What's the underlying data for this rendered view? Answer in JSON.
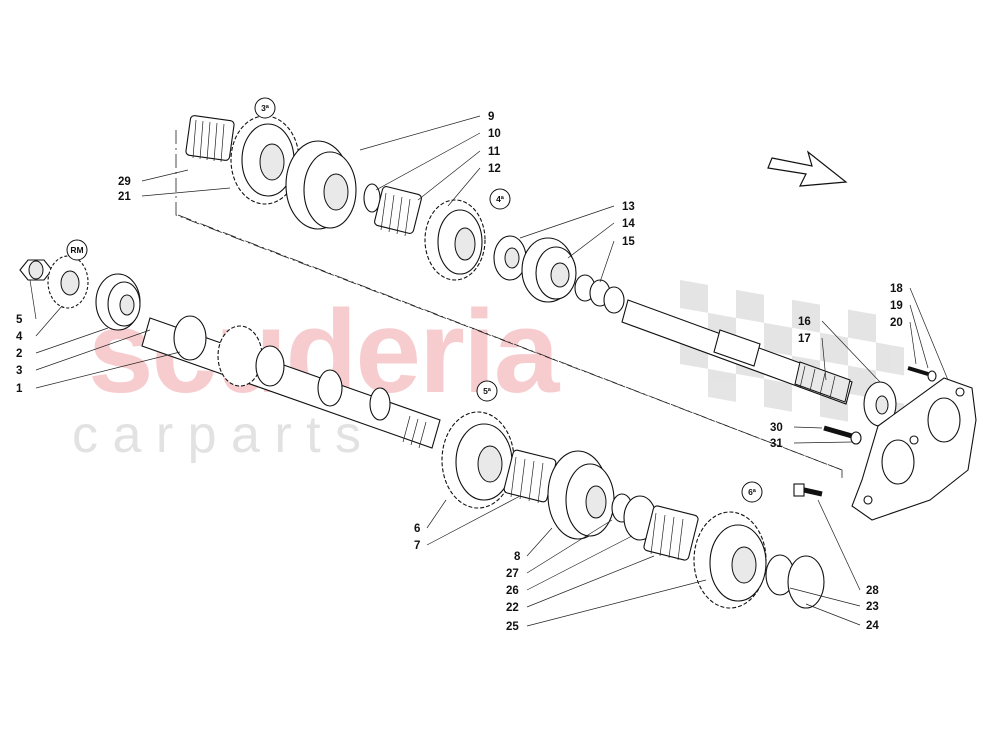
{
  "watermark": {
    "brand": "scuderia",
    "tagline": "c a r p a r t s"
  },
  "section_markers": [
    {
      "id": "s3",
      "text": "3ª"
    },
    {
      "id": "s4",
      "text": "4ª"
    },
    {
      "id": "sRM",
      "text": "RM"
    },
    {
      "id": "s5",
      "text": "5ª"
    },
    {
      "id": "s6",
      "text": "6ª"
    }
  ],
  "part_labels": [
    {
      "id": "p29",
      "text": "29"
    },
    {
      "id": "p21",
      "text": "21"
    },
    {
      "id": "p9",
      "text": "9"
    },
    {
      "id": "p10",
      "text": "10"
    },
    {
      "id": "p11",
      "text": "11"
    },
    {
      "id": "p12",
      "text": "12"
    },
    {
      "id": "p13",
      "text": "13"
    },
    {
      "id": "p14",
      "text": "14"
    },
    {
      "id": "p15",
      "text": "15"
    },
    {
      "id": "p5",
      "text": "5"
    },
    {
      "id": "p4",
      "text": "4"
    },
    {
      "id": "p2",
      "text": "2"
    },
    {
      "id": "p3",
      "text": "3"
    },
    {
      "id": "p1",
      "text": "1"
    },
    {
      "id": "p16",
      "text": "16"
    },
    {
      "id": "p17",
      "text": "17"
    },
    {
      "id": "p18",
      "text": "18"
    },
    {
      "id": "p19",
      "text": "19"
    },
    {
      "id": "p20",
      "text": "20"
    },
    {
      "id": "p30",
      "text": "30"
    },
    {
      "id": "p31",
      "text": "31"
    },
    {
      "id": "p6",
      "text": "6"
    },
    {
      "id": "p7",
      "text": "7"
    },
    {
      "id": "p8",
      "text": "8"
    },
    {
      "id": "p27",
      "text": "27"
    },
    {
      "id": "p26",
      "text": "26"
    },
    {
      "id": "p22",
      "text": "22"
    },
    {
      "id": "p25",
      "text": "25"
    },
    {
      "id": "p28",
      "text": "28"
    },
    {
      "id": "p23",
      "text": "23"
    },
    {
      "id": "p24",
      "text": "24"
    }
  ],
  "colors": {
    "line": "#111111",
    "watermark_red": "#ef8f95",
    "watermark_grey": "#cfcfcf"
  }
}
